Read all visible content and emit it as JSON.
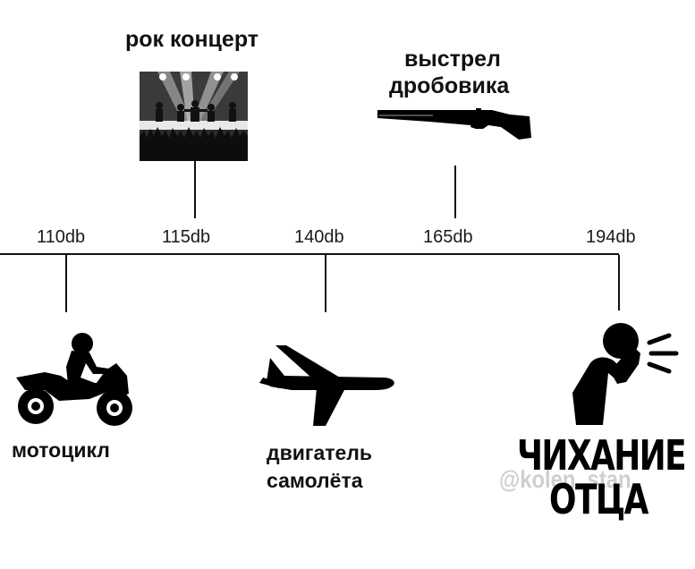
{
  "top_items": {
    "rock_concert": "рок концерт",
    "shotgun_line1": "выстрел",
    "shotgun_line2": "дробовика"
  },
  "scale": {
    "ticks": [
      "110db",
      "115db",
      "140db",
      "165db",
      "194db"
    ]
  },
  "bottom_items": {
    "motorcycle": "мотоцикл",
    "plane_line1": "двигатель",
    "plane_line2": "самолёта",
    "sneeze_line1": "ЧИХАНИЕ",
    "sneeze_line2": "ОТЦА"
  },
  "watermark": "@kolen_stan"
}
